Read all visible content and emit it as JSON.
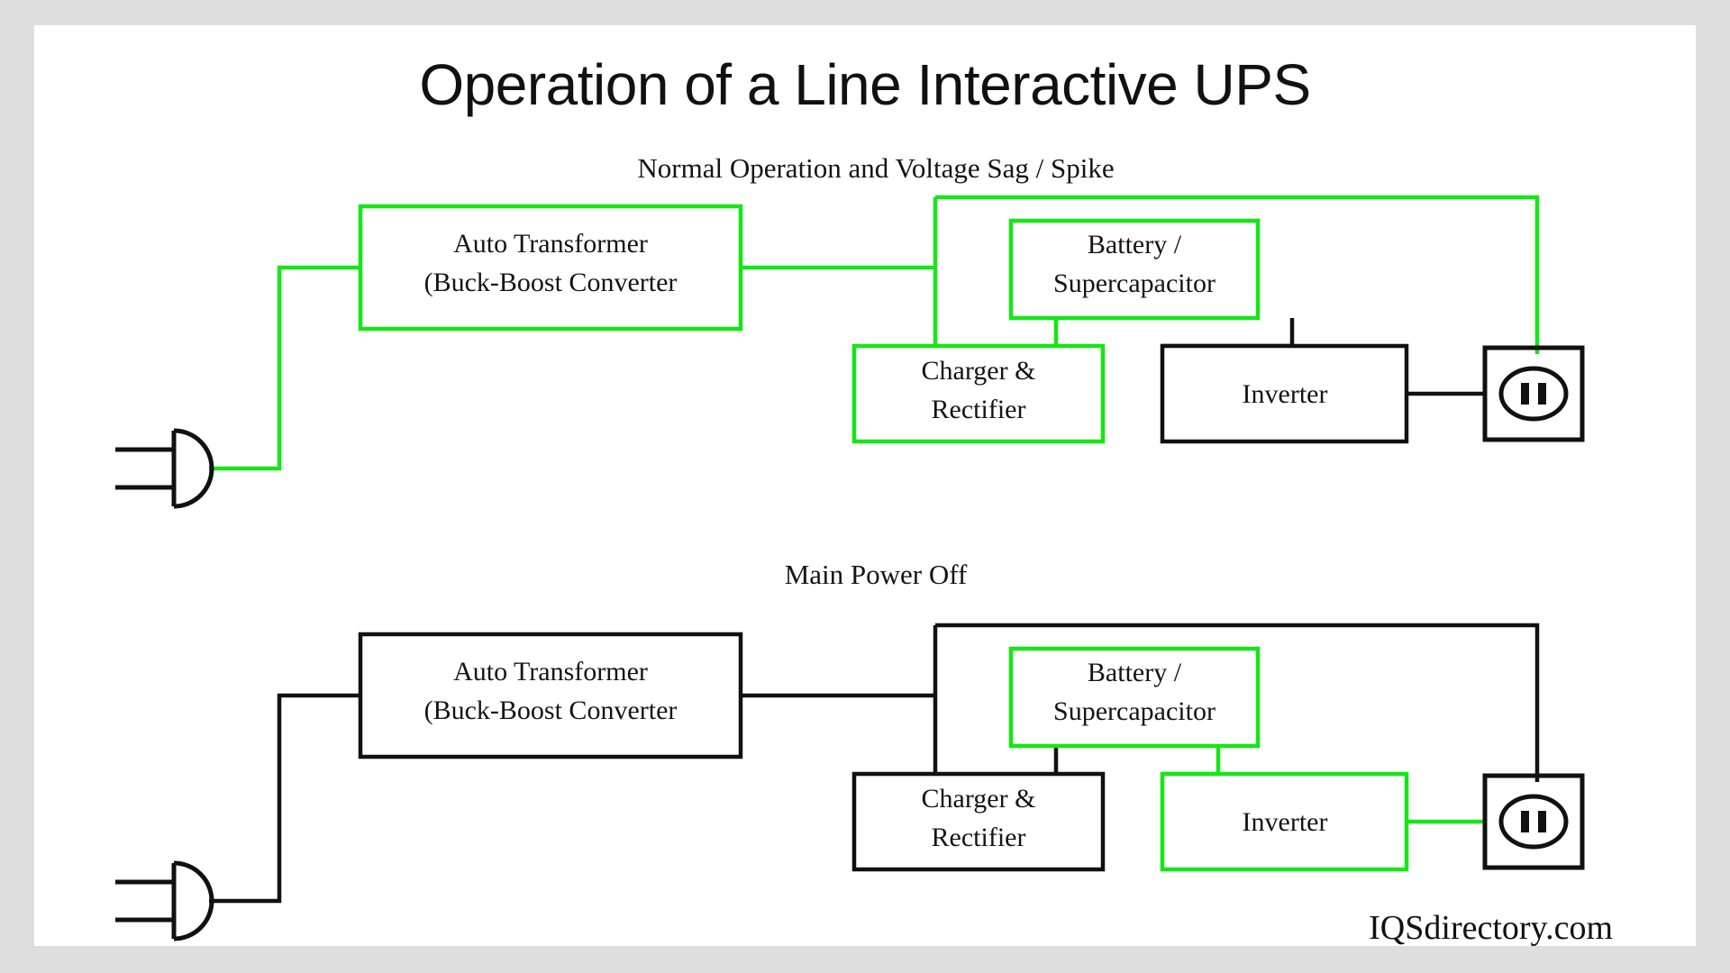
{
  "page": {
    "title": "Operation of a Line Interactive UPS",
    "watermark": "IQSdirectory.com",
    "background_color": "#dedede",
    "canvas_color": "#ffffff"
  },
  "colors": {
    "active_green": "#16e616",
    "inactive_black": "#111111",
    "text": "#141414"
  },
  "diagrams": [
    {
      "id": "normal-operation",
      "subtitle": "Normal Operation and Voltage Sag / Spike",
      "blocks": [
        {
          "id": "auto-transformer",
          "line1": "Auto Transformer",
          "line2": "(Buck-Boost Converter",
          "state": "active",
          "color": "#16e616"
        },
        {
          "id": "battery-supercapacitor",
          "line1": "Battery /",
          "line2": "Supercapacitor",
          "state": "active",
          "color": "#16e616"
        },
        {
          "id": "charger-rectifier",
          "line1": "Charger &",
          "line2": "Rectifier",
          "state": "active",
          "color": "#16e616"
        },
        {
          "id": "inverter",
          "line1": "Inverter",
          "line2": "",
          "state": "inactive",
          "color": "#111111"
        }
      ],
      "icons": [
        {
          "id": "mains-plug",
          "name": "power-plug-icon",
          "state": "active"
        },
        {
          "id": "load-outlet",
          "name": "power-outlet-icon",
          "state": "mixed"
        }
      ]
    },
    {
      "id": "main-power-off",
      "subtitle": "Main Power Off",
      "blocks": [
        {
          "id": "auto-transformer",
          "line1": "Auto Transformer",
          "line2": "(Buck-Boost Converter",
          "state": "inactive",
          "color": "#111111"
        },
        {
          "id": "battery-supercapacitor",
          "line1": "Battery /",
          "line2": "Supercapacitor",
          "state": "active",
          "color": "#16e616"
        },
        {
          "id": "charger-rectifier",
          "line1": "Charger &",
          "line2": "Rectifier",
          "state": "inactive",
          "color": "#111111"
        },
        {
          "id": "inverter",
          "line1": "Inverter",
          "line2": "",
          "state": "active",
          "color": "#16e616"
        }
      ],
      "icons": [
        {
          "id": "mains-plug",
          "name": "power-plug-icon",
          "state": "inactive"
        },
        {
          "id": "load-outlet",
          "name": "power-outlet-icon",
          "state": "mixed"
        }
      ]
    }
  ]
}
